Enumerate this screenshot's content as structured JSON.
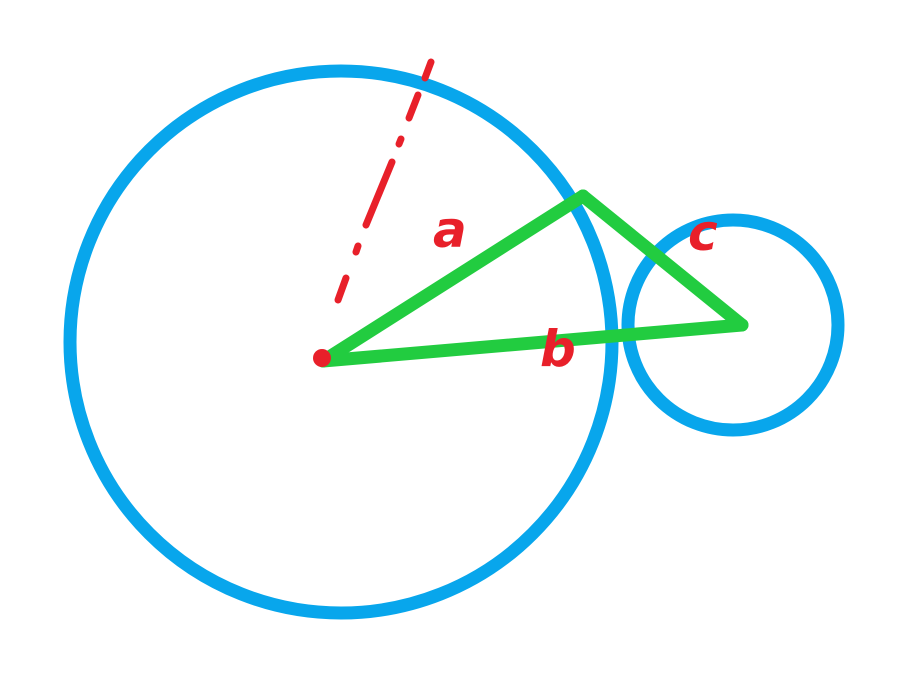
{
  "diagram": {
    "labels": {
      "a": "a",
      "b": "b",
      "c": "c"
    },
    "colors": {
      "circle": "#08a6ec",
      "triangle": "#22cc40",
      "annotation": "#e8202a",
      "background": "#ffffff"
    }
  }
}
